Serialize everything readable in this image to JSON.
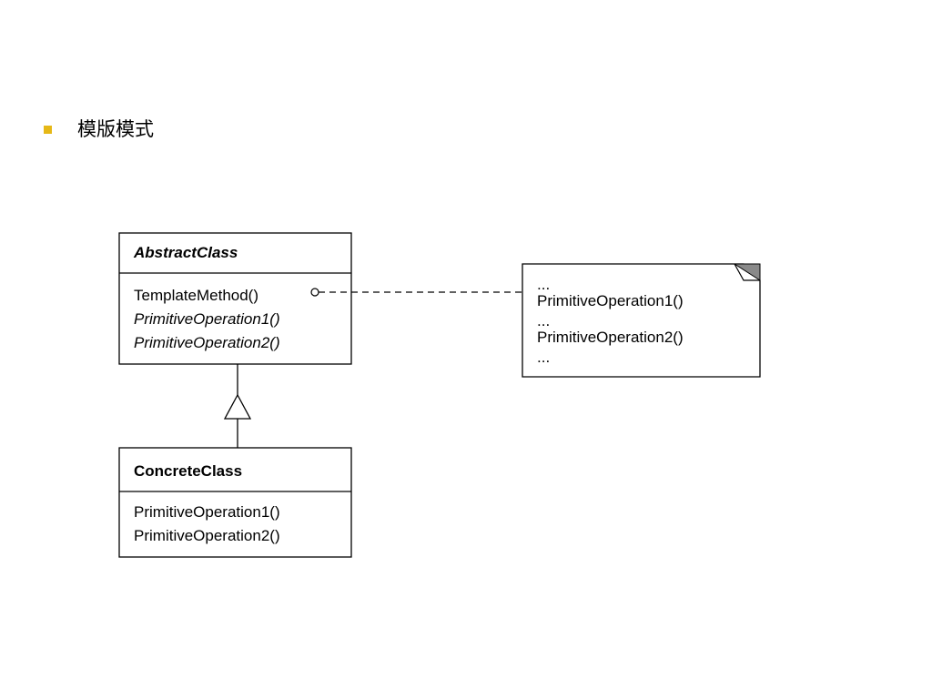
{
  "heading": {
    "text": "模版模式",
    "bullet_color": "#e6b817"
  },
  "abstract_class": {
    "name": "AbstractClass",
    "operations": [
      {
        "text": "TemplateMethod()",
        "italic": false
      },
      {
        "text": "PrimitiveOperation1()",
        "italic": true
      },
      {
        "text": "PrimitiveOperation2()",
        "italic": true
      }
    ]
  },
  "concrete_class": {
    "name": "ConcreteClass",
    "operations": [
      {
        "text": "PrimitiveOperation1()"
      },
      {
        "text": "PrimitiveOperation2()"
      }
    ]
  },
  "note": {
    "lines": [
      "...",
      "PrimitiveOperation1()",
      "...",
      "PrimitiveOperation2()",
      "..."
    ]
  }
}
